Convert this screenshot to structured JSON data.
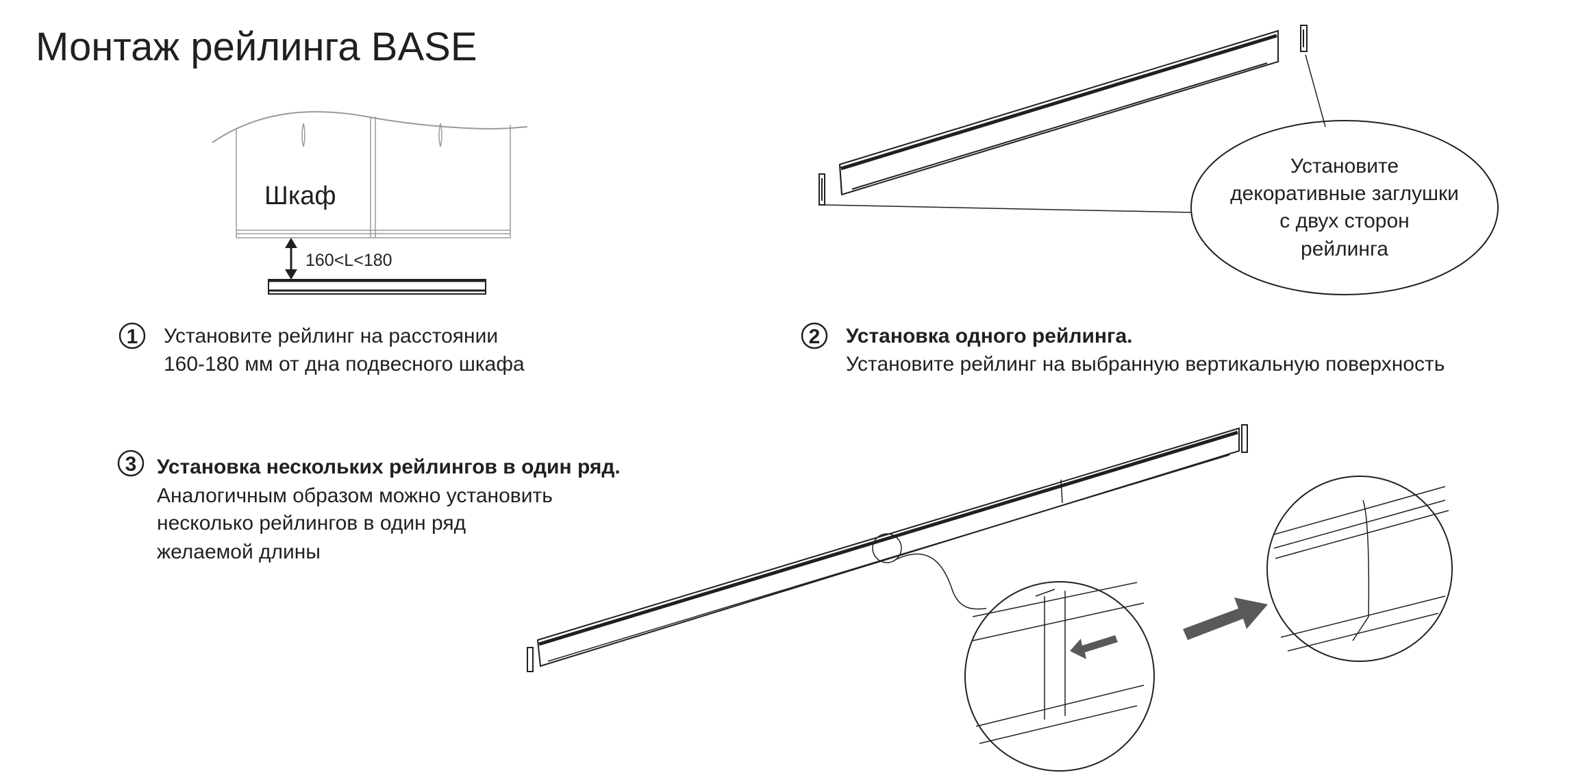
{
  "title": "Монтаж рейлинга BASE",
  "step1": {
    "number": "1",
    "cabinet_label": "Шкаф",
    "distance_label": "160<L<180",
    "lines": [
      "Установите рейлинг на расстоянии",
      "160-180 мм от дна подвесного шкафа"
    ]
  },
  "step2": {
    "number": "2",
    "heading": "Установка одного рейлинга.",
    "text": "Установите рейлинг на выбранную вертикальную поверхность",
    "callout": [
      "Установите",
      "декоративные заглушки",
      "с двух сторон",
      "рейлинга"
    ]
  },
  "step3": {
    "number": "3",
    "heading": "Установка нескольких рейлингов в один ряд.",
    "lines": [
      "Аналогичным образом можно установить",
      "несколько рейлингов в один ряд",
      "желаемой длины"
    ]
  },
  "colors": {
    "ink": "#231f20",
    "arrow": "#58595b"
  }
}
